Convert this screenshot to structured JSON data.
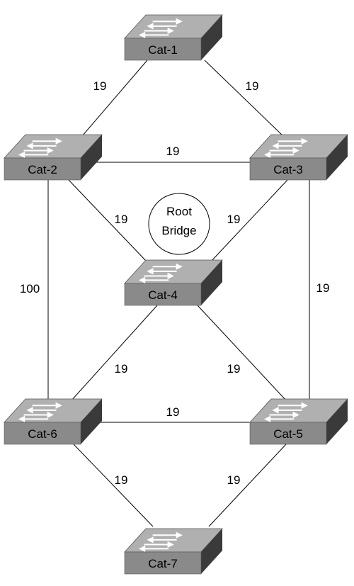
{
  "switches": [
    {
      "id": "cat1",
      "label": "Cat-1"
    },
    {
      "id": "cat2",
      "label": "Cat-2"
    },
    {
      "id": "cat3",
      "label": "Cat-3"
    },
    {
      "id": "cat4",
      "label": "Cat-4"
    },
    {
      "id": "cat5",
      "label": "Cat-5"
    },
    {
      "id": "cat6",
      "label": "Cat-6"
    },
    {
      "id": "cat7",
      "label": "Cat-7"
    }
  ],
  "links": [
    {
      "from": "cat1",
      "to": "cat2",
      "cost": "19"
    },
    {
      "from": "cat1",
      "to": "cat3",
      "cost": "19"
    },
    {
      "from": "cat2",
      "to": "cat3",
      "cost": "19"
    },
    {
      "from": "cat2",
      "to": "cat4",
      "cost": "19"
    },
    {
      "from": "cat3",
      "to": "cat4",
      "cost": "19"
    },
    {
      "from": "cat2",
      "to": "cat6",
      "cost": "100"
    },
    {
      "from": "cat3",
      "to": "cat5",
      "cost": "19"
    },
    {
      "from": "cat4",
      "to": "cat6",
      "cost": "19"
    },
    {
      "from": "cat4",
      "to": "cat5",
      "cost": "19"
    },
    {
      "from": "cat6",
      "to": "cat5",
      "cost": "19"
    },
    {
      "from": "cat6",
      "to": "cat7",
      "cost": "19"
    },
    {
      "from": "cat5",
      "to": "cat7",
      "cost": "19"
    }
  ],
  "root_bridge": {
    "line1": "Root",
    "line2": "Bridge"
  },
  "colors": {
    "switch_top": "#b0b0b0",
    "switch_front": "#8a8a8a",
    "switch_side": "#3a3a3a",
    "arrow": "#ffffff",
    "line": "#000000"
  }
}
